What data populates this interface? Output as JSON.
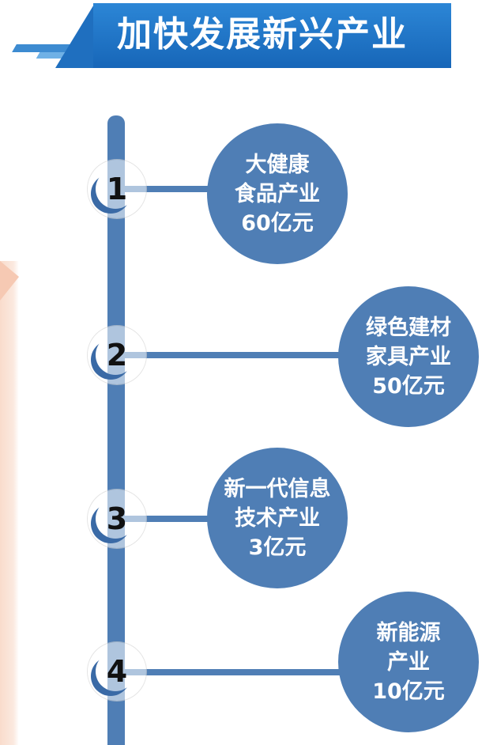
{
  "header": {
    "title": "加快发展新兴产业"
  },
  "colors": {
    "header_blue": "#1f6fbf",
    "timeline_blue": "#4f7eb5",
    "peach": "#f9dccc"
  },
  "steps": [
    {
      "number": "1",
      "lines": [
        "大健康",
        "食品产业",
        "60亿元"
      ]
    },
    {
      "number": "2",
      "lines": [
        "绿色建材",
        "家具产业",
        "50亿元"
      ]
    },
    {
      "number": "3",
      "lines": [
        "新一代信息",
        "技术产业",
        "3亿元"
      ]
    },
    {
      "number": "4",
      "lines": [
        "新能源",
        "产业",
        "10亿元"
      ]
    }
  ]
}
